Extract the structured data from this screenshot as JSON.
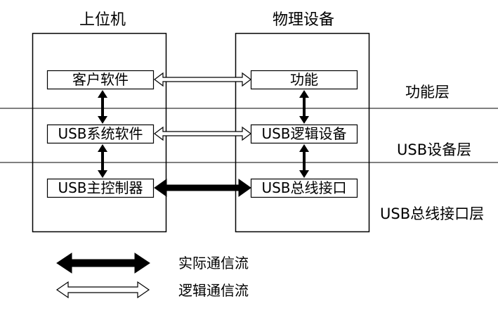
{
  "columns": {
    "host": "上位机",
    "device": "物理设备"
  },
  "host_boxes": {
    "client": "客户软件",
    "usb_system": "USB系统软件",
    "host_controller": "USB主控制器"
  },
  "device_boxes": {
    "function": "功能",
    "logical_device": "USB逻辑设备",
    "bus_interface": "USB总线接口"
  },
  "layers": {
    "function": "功能层",
    "device": "USB设备层",
    "bus_interface": "USB总线接口层"
  },
  "legend": {
    "actual_flow": "实际通信流",
    "logical_flow": "逻辑通信流"
  },
  "colors": {
    "line": "#000000",
    "background": "#ffffff"
  }
}
